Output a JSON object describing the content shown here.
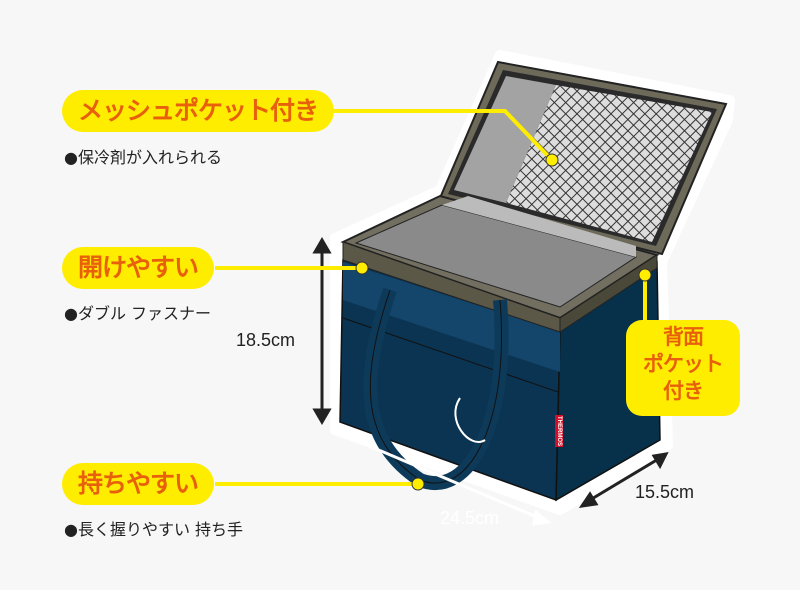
{
  "features": [
    {
      "title": "メッシュポケット付き",
      "detail": "●保冷剤が入れられる"
    },
    {
      "title": "開けやすい",
      "detail": "●ダブル ファスナー"
    },
    {
      "title": "持ちやすい",
      "detail": "●長く握りやすい 持ち手"
    }
  ],
  "back_pocket": {
    "line1": "背面",
    "line2": "ポケット",
    "line3": "付き"
  },
  "dimensions": {
    "height": "18.5cm",
    "width": "24.5cm",
    "depth": "15.5cm"
  },
  "brand_tag": "THERMOS",
  "colors": {
    "accent": "#ffed00",
    "label_text": "#e8600c",
    "bag": "#0b3452"
  }
}
